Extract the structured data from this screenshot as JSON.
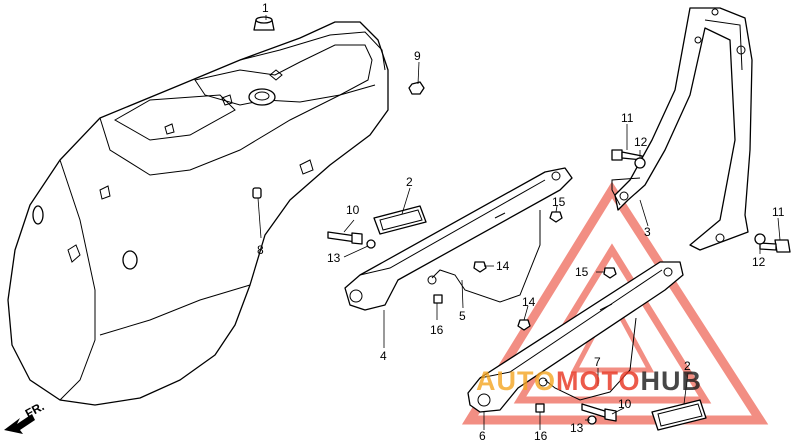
{
  "diagram": {
    "callouts": {
      "c1_top": "1",
      "c2_upper": "2",
      "c2_lower": "2",
      "c3": "3",
      "c4": "4",
      "c5": "5",
      "c6": "6",
      "c7": "7",
      "c8": "8",
      "c9": "9",
      "c10_upper": "10",
      "c10_lower": "10",
      "c11_left": "11",
      "c11_right": "11",
      "c12_left": "12",
      "c12_right": "12",
      "c13_upper": "13",
      "c13_lower": "13",
      "c14_right": "14",
      "c14_mid": "14",
      "c15_upper": "15",
      "c15_lower": "15",
      "c16_left": "16",
      "c16_lower": "16"
    },
    "direction_label": "FR.",
    "watermark": {
      "part1": "AUTO",
      "part2": "MOTO",
      "part3": "HUB",
      "color_a": "#f5a623",
      "color_b": "#e8321e",
      "color_c": "#1a1a1a"
    }
  }
}
